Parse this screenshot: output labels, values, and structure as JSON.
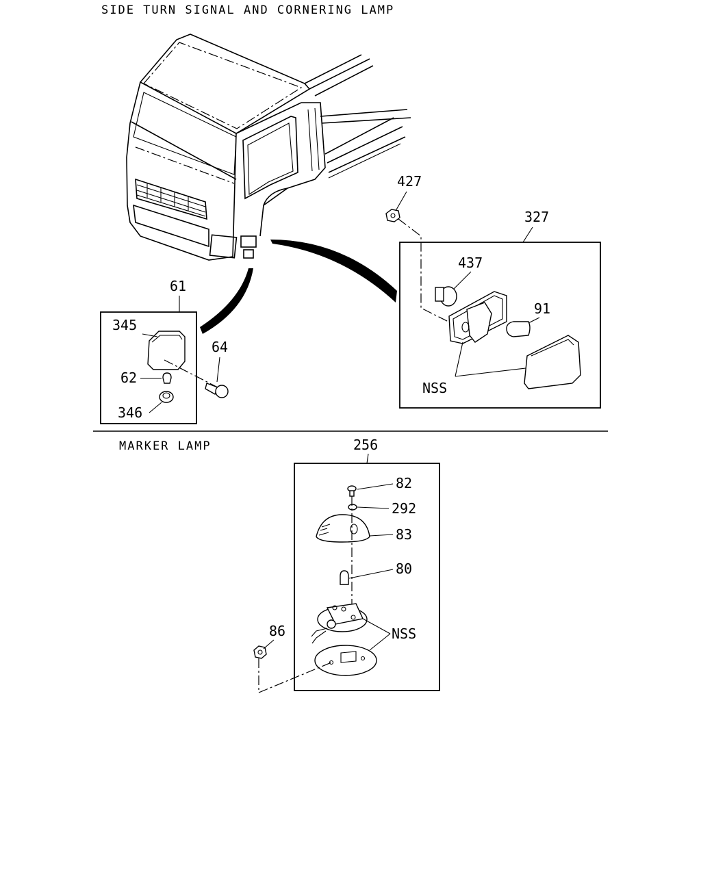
{
  "sections": {
    "top_title": "SIDE TURN SIGNAL AND CORNERING LAMP",
    "bottom_title": "MARKER LAMP"
  },
  "callouts": {
    "p61": "61",
    "p345": "345",
    "p64": "64",
    "p62": "62",
    "p346": "346",
    "p427": "427",
    "p327": "327",
    "p437": "437",
    "p91": "91",
    "nss_top": "NSS",
    "p256": "256",
    "p82": "82",
    "p292": "292",
    "p83": "83",
    "p80": "80",
    "p86": "86",
    "nss_bottom": "NSS"
  }
}
